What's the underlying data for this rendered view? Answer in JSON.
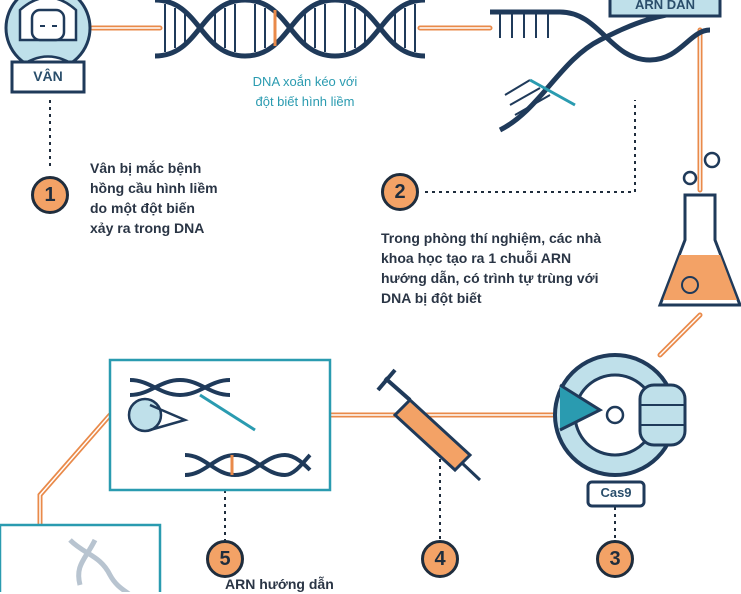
{
  "labels": {
    "person": "VÂN",
    "guide_rna": "ARN DẪN",
    "dna_caption": "DNA xoắn kéo với\nđột biết hình liềm",
    "cas9": "Cas9"
  },
  "steps": [
    {
      "number": "1",
      "text": "Vân bị mắc bệnh\nhồng cầu hình liềm\ndo một đột biến\nxảy ra trong DNA"
    },
    {
      "number": "2",
      "text": "Trong phòng thí nghiệm, các nhà\nkhoa học tạo ra 1 chuỗi ARN\nhướng dẫn, có trình tự trùng với\nDNA bị đột biết"
    },
    {
      "number": "3",
      "text": ""
    },
    {
      "number": "4",
      "text": ""
    },
    {
      "number": "5",
      "text": "ARN hướng dẫn"
    }
  ],
  "colors": {
    "navy": "#1f3a5a",
    "orange": "#e98a4a",
    "teal": "#2a9bb0",
    "light_blue": "#bfe0ea"
  }
}
